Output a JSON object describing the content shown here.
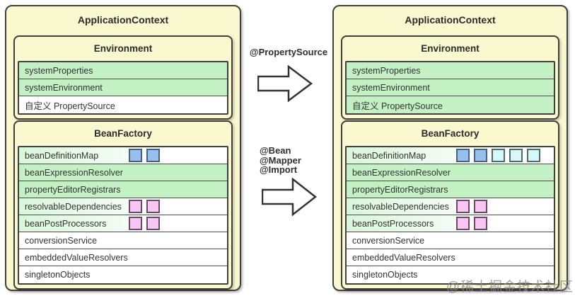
{
  "colors": {
    "panel_bg": "#faf8ce",
    "border": "#3f3f3f",
    "row_green": "#c3f1c4",
    "row_grad_from": "#d9f6da",
    "square_blue": "#98c0ee",
    "square_blue_border": "#47617e",
    "square_cyan": "#d7f8f8",
    "square_cyan_border": "#4f6a6a",
    "square_pink": "#f9c6f4",
    "square_pink_border": "#6a4a6a",
    "text": "#333333",
    "watermark": "#8a8a8a"
  },
  "annotations": {
    "top": "@PropertySource",
    "bottom": [
      "@Bean",
      "@Mapper",
      "@Import"
    ]
  },
  "watermark": "@稀土掘金技术社区",
  "panels": [
    {
      "title": "ApplicationContext",
      "environment": {
        "title": "Environment",
        "rows": [
          {
            "label": "systemProperties",
            "bg": "green",
            "squares": []
          },
          {
            "label": "systemEnvironment",
            "bg": "green",
            "squares": []
          },
          {
            "label": "自定义 PropertySource",
            "bg": "white",
            "squares": []
          }
        ]
      },
      "beanFactory": {
        "title": "BeanFactory",
        "rows": [
          {
            "label": "beanDefinitionMap",
            "bg": "gradient",
            "squares": [
              "blue",
              "blue"
            ]
          },
          {
            "label": "beanExpressionResolver",
            "bg": "green",
            "squares": []
          },
          {
            "label": "propertyEditorRegistrars",
            "bg": "green",
            "squares": []
          },
          {
            "label": "resolvableDependencies",
            "bg": "gradient",
            "squares": [
              "pink",
              "pink"
            ]
          },
          {
            "label": "beanPostProcessors",
            "bg": "gradient",
            "squares": [
              "pink",
              "pink"
            ]
          },
          {
            "label": "conversionService",
            "bg": "white",
            "squares": []
          },
          {
            "label": "embeddedValueResolvers",
            "bg": "white",
            "squares": []
          },
          {
            "label": "singletonObjects",
            "bg": "white",
            "squares": []
          }
        ]
      }
    },
    {
      "title": "ApplicationContext",
      "environment": {
        "title": "Environment",
        "rows": [
          {
            "label": "systemProperties",
            "bg": "green",
            "squares": []
          },
          {
            "label": "systemEnvironment",
            "bg": "green",
            "squares": []
          },
          {
            "label": "自定义 PropertySource",
            "bg": "green",
            "squares": []
          }
        ]
      },
      "beanFactory": {
        "title": "BeanFactory",
        "rows": [
          {
            "label": "beanDefinitionMap",
            "bg": "gradient",
            "squares": [
              "blue",
              "blue",
              "cyan",
              "cyan",
              "cyan"
            ]
          },
          {
            "label": "beanExpressionResolver",
            "bg": "green",
            "squares": []
          },
          {
            "label": "propertyEditorRegistrars",
            "bg": "green",
            "squares": []
          },
          {
            "label": "resolvableDependencies",
            "bg": "gradient",
            "squares": [
              "pink",
              "pink"
            ]
          },
          {
            "label": "beanPostProcessors",
            "bg": "gradient",
            "squares": [
              "pink",
              "pink"
            ]
          },
          {
            "label": "conversionService",
            "bg": "white",
            "squares": []
          },
          {
            "label": "embeddedValueResolvers",
            "bg": "white",
            "squares": []
          },
          {
            "label": "singletonObjects",
            "bg": "white",
            "squares": []
          }
        ]
      }
    }
  ]
}
